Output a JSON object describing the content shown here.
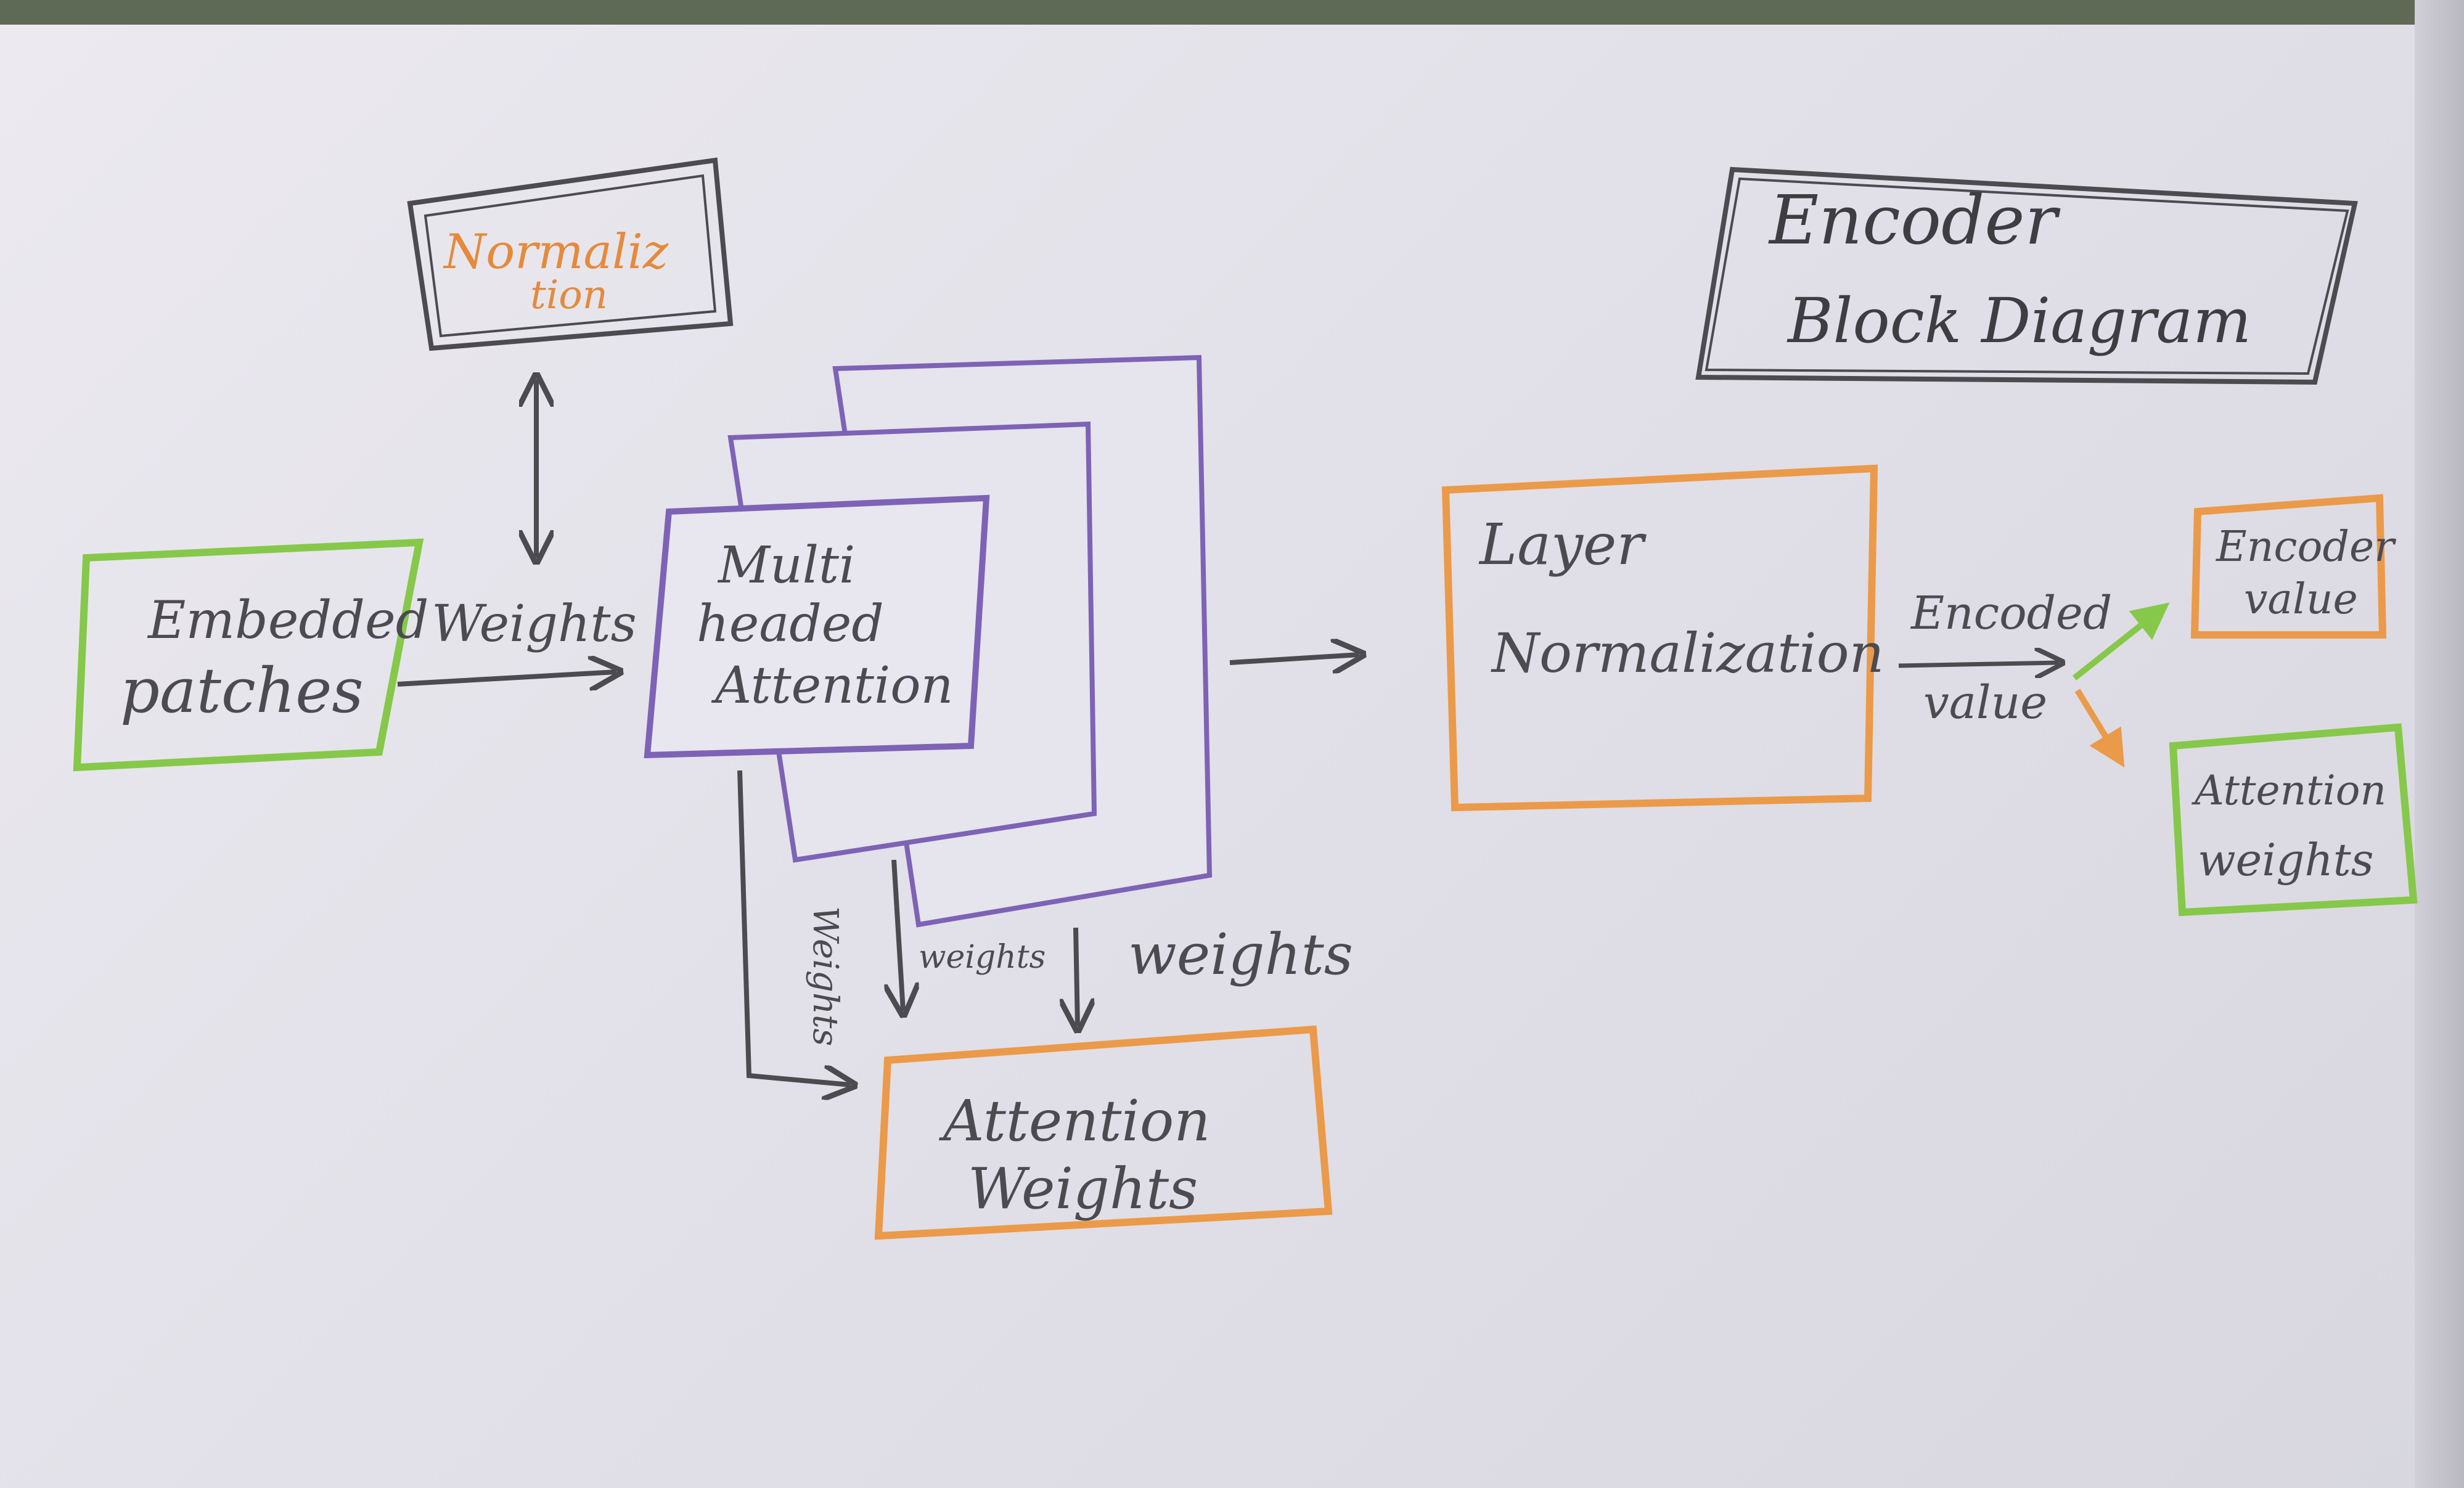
{
  "title": {
    "line1": "Encoder",
    "line2": "Block Diagram"
  },
  "nodes": {
    "normalization": {
      "line1": "Normaliz",
      "line2": "tion"
    },
    "embedded_patches": {
      "line1": "Embedded",
      "line2": "patches"
    },
    "multi_headed_attention": {
      "line1": "Multi",
      "line2": "headed",
      "line3": "Attention"
    },
    "attention_weights": {
      "line1": "Attention",
      "line2": "Weights"
    },
    "layer_normalization": {
      "line1": "Layer",
      "line2": "Normalization"
    },
    "encoder_value": {
      "line1": "Encoder",
      "line2": "value"
    },
    "attention_weights_out": {
      "line1": "Attention",
      "line2": "weights"
    }
  },
  "edge_labels": {
    "weights_input": "Weights",
    "weights_left": "Weights",
    "weights_mid": "weights",
    "weights_right": "weights",
    "encoded_value_line1": "Encoded",
    "encoded_value_line2": "value"
  },
  "colors": {
    "ink": "#4b4b50",
    "green": "#86c84a",
    "orange": "#eb9a4a",
    "purple": "#7d63b5",
    "orange_text": "#e58a3c"
  }
}
